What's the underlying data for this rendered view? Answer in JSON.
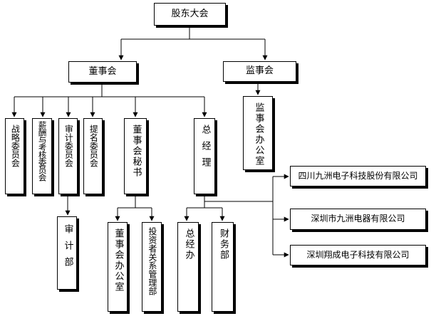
{
  "nodes": {
    "shareholders": "股东大会",
    "board": "董事会",
    "supervisors": "监事会",
    "supervisors_office": "监事会办公室",
    "strategy": "战略委员会",
    "compensation": "薪酬与考核委员会",
    "audit_committee": "审计委员会",
    "nomination": "提名委员会",
    "secretary": "董事会秘书",
    "gm": "总经理",
    "audit_dept": "审计部",
    "board_office": "董事会办公室",
    "ir_dept": "投资者关系管理部",
    "gm_office": "总经办",
    "finance": "财务部",
    "sub1": "四川九洲电子科技股份有限公司",
    "sub2": "深圳市九洲电器有限公司",
    "sub3": "深圳翔成电子科技有限公司"
  }
}
